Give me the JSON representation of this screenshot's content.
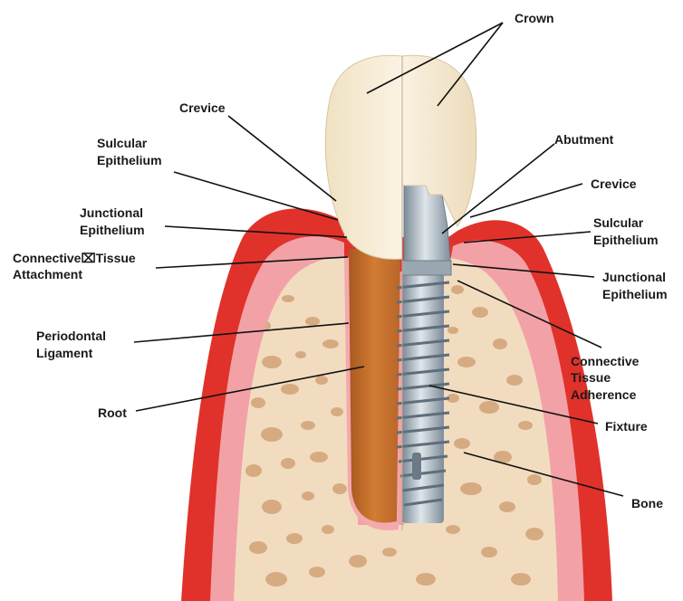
{
  "labels": {
    "crown": "Crown",
    "crevice_left": "Crevice",
    "sulcular_left_1": "Sulcular",
    "sulcular_left_2": "Epithelium",
    "junctional_left_1": "Junctional",
    "junctional_left_2": "Epithelium",
    "connective_left_1": "Connective⌧Tissue",
    "connective_left_2": "Attachment",
    "periodontal_1": "Periodontal",
    "periodontal_2": "Ligament",
    "root": "Root",
    "abutment": "Abutment",
    "crevice_right": "Crevice",
    "sulcular_right_1": "Sulcular",
    "sulcular_right_2": "Epithelium",
    "junctional_right_1": "Junctional",
    "junctional_right_2": "Epithelium",
    "connective_right_1": "Connective",
    "connective_right_2": "Tissue",
    "connective_right_3": "Adherence",
    "fixture": "Fixture",
    "bone": "Bone"
  },
  "colors": {
    "gum_outer": "#e0322b",
    "gum_inner": "#f2a2a6",
    "bone": "#f2dcc0",
    "bone_spots": "#d6ab82",
    "enamel": "#f4e9cf",
    "natural_root": "#c9702a",
    "implant": "#a9b6c0"
  }
}
